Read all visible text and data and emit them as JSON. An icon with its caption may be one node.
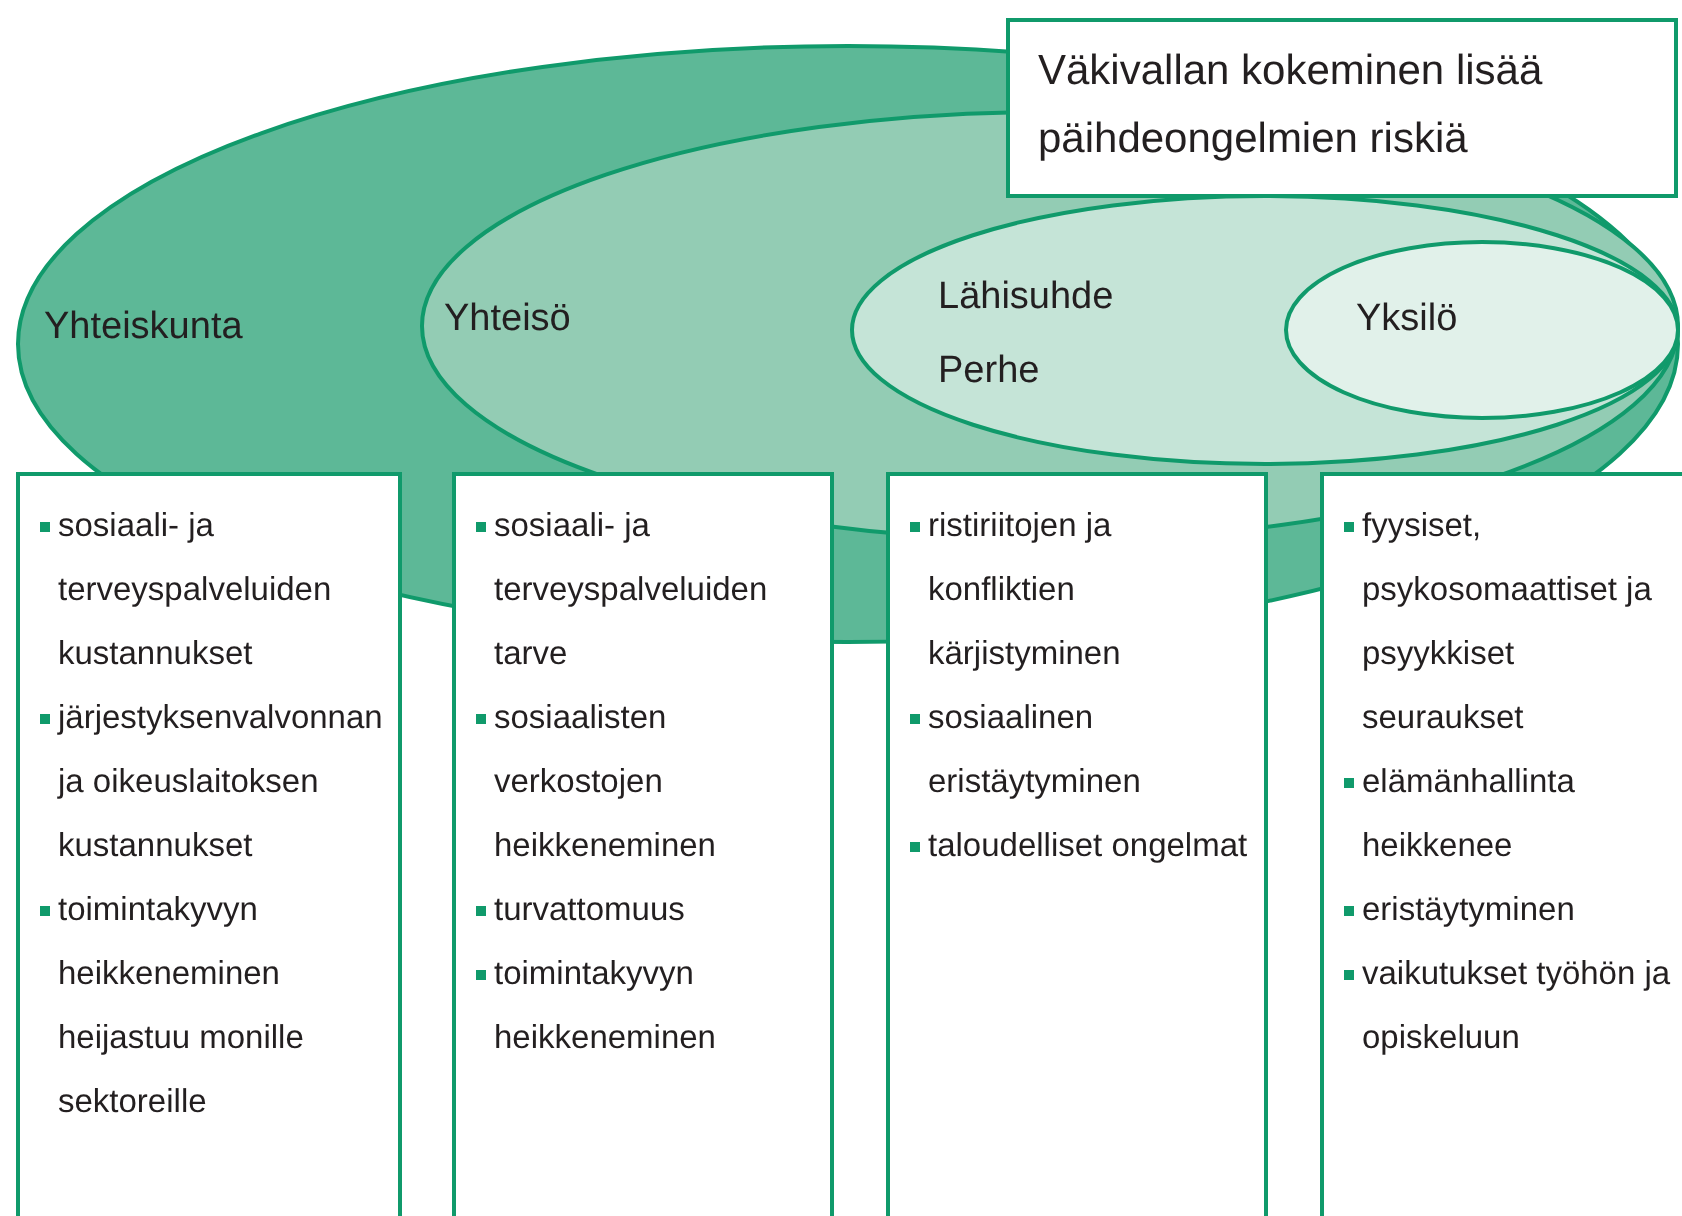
{
  "diagram": {
    "nodes": [
      {
        "text": [
          "Yhteiskunta"
        ]
      },
      {
        "text": [
          "Yhteisö"
        ],
        "in": 0
      },
      {
        "text": [
          "Lähisuhde",
          "Perhe"
        ],
        "in": 1
      },
      {
        "text": [
          "Yksilö"
        ],
        "in": 2
      },
      {
        "text": [
          "Väkivallan kokeminen lisää päihdeongelmien riskiä"
        ]
      },
      {
        "text": [
          "sosiaali- ja terveyspalveluiden kustannukset",
          "järjestyksenvalvonnan ja oikeuslaitoksen kustannukset",
          "toimintakyvyn heikkeneminen heijastuu monille sektoreille"
        ]
      },
      {
        "text": [
          "sosiaali- ja terveyspalveluiden tarve",
          "sosiaalisten verkostojen heikkeneminen",
          "turvattomuus",
          "toimintakyvyn heikkeneminen"
        ]
      },
      {
        "text": [
          "ristiriitojen ja konfliktien kärjistyminen",
          "sosiaalinen eristäytyminen",
          "taloudelliset ongelmat"
        ]
      },
      {
        "text": [
          "fyysiset, psykosomaattiset ja psyykkiset seuraukset",
          "elämänhallinta heikkenee",
          "eristäytyminen",
          "vaikutukset työhön ja opiskeluun"
        ]
      }
    ]
  }
}
